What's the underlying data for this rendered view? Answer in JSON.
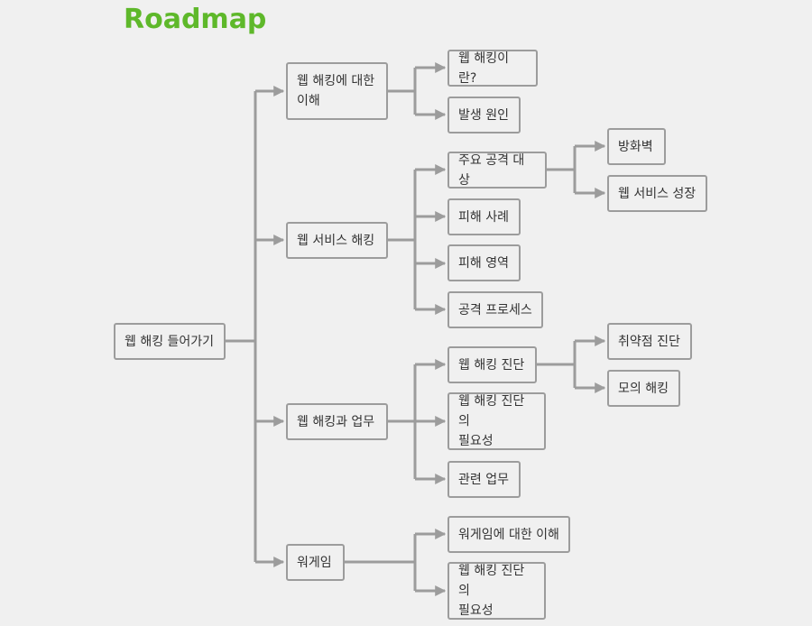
{
  "title": "Roadmap",
  "colors": {
    "title": "#5eb82a",
    "line": "#9c9c9c",
    "background": "#f0f0f0",
    "text": "#333333"
  },
  "nodes": {
    "root": "웹 해킹 들어가기",
    "understanding": "웹 해킹에 대한\n이해",
    "what_is": "웹 해킹이란?",
    "causes": "발생 원인",
    "web_service_hacking": "웹 서비스 해킹",
    "main_targets": "주요 공격 대상",
    "firewall": "방화벽",
    "web_service_growth": "웹 서비스 성장",
    "damage_cases": "피해 사례",
    "damage_areas": "피해 영역",
    "attack_process": "공격 프로세스",
    "hacking_and_work": "웹 해킹과 업무",
    "diagnosis": "웹 해킹 진단",
    "vuln_diagnosis": "취약점 진단",
    "mock_hacking": "모의 해킹",
    "need_of_diagnosis": "웹 해킹 진단의\n필요성",
    "related_work": "관련 업무",
    "wargame": "워게임",
    "about_wargame": "워게임에 대한 이해",
    "need_of_diagnosis_2": "웹 해킹 진단의\n필요성"
  }
}
